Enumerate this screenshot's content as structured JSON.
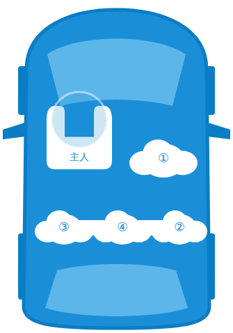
{
  "diagram": {
    "nodes": [
      {
        "text": [
          "主人"
        ]
      },
      {
        "text": [
          "①"
        ]
      },
      {
        "text": [
          "③"
        ]
      },
      {
        "text": [
          "④"
        ]
      },
      {
        "text": [
          "②"
        ]
      }
    ]
  }
}
